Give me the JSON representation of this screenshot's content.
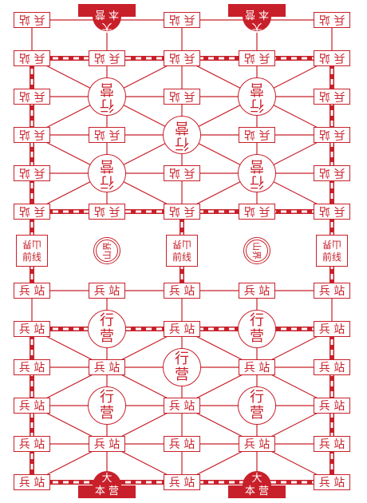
{
  "board": {
    "post_label": "兵站",
    "camp_label": "行营",
    "hq_line1": "大",
    "hq_line2": "本营",
    "front_label": "前线",
    "front_label_top": "山界",
    "mountain_left": "山界",
    "mountain_right": "山界",
    "colors": {
      "line": "#c8202a",
      "rail_dash": "#ffffff",
      "hq_fill": "#c8202a",
      "text": "#c8202a"
    }
  }
}
